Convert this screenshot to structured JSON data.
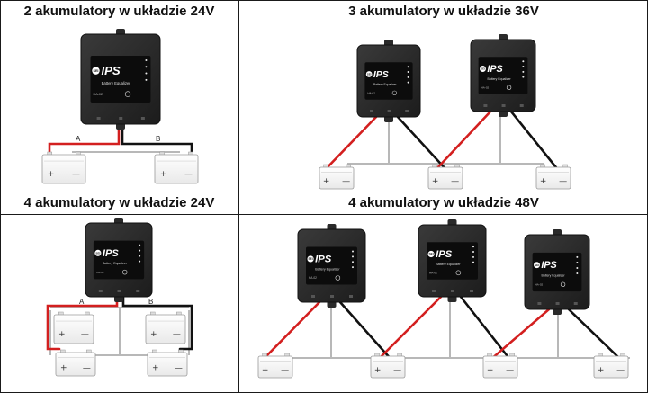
{
  "panels": [
    {
      "title": "2 akumulatory w układzie 24V",
      "wire_a": "A",
      "wire_b": "B"
    },
    {
      "title": "3 akumulatory w układzie 36V"
    },
    {
      "title": "4 akumulatory w układzie 24V",
      "wire_a": "A",
      "wire_b": "B"
    },
    {
      "title": "4 akumulatory w układzie 48V"
    }
  ],
  "device": {
    "logo": "IPS",
    "brand_small": "SEI",
    "subtitle": "Battery Equalizer",
    "model": "HA-02"
  },
  "battery": {
    "plus": "+",
    "minus": "—"
  },
  "colors": {
    "positive_wire": "#d31f1f",
    "negative_wire": "#111111",
    "bus": "#b8b8b8",
    "device_body": "#2b2b2b"
  }
}
